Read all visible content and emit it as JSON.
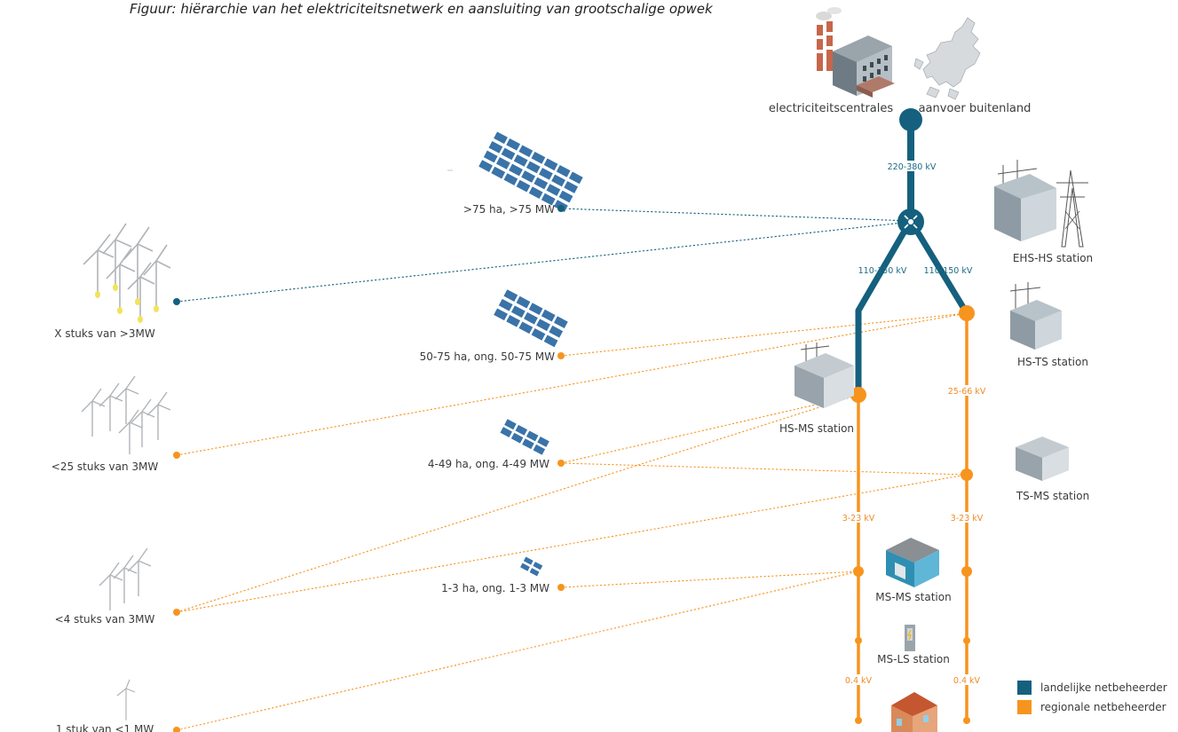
{
  "caption": "Figuur: hiërarchie van het elektriciteitsnetwerk en aansluiting van grootschalige opwek",
  "colors": {
    "national": "#15607e",
    "regional": "#f7941d"
  },
  "top_sources": {
    "power_plants": "electriciteitscentrales",
    "import": "aanvoer buitenland"
  },
  "voltages": {
    "ehs": "220-380 kV",
    "hs_left": "110-150 kV",
    "hs_right": "110-150 kV",
    "ts": "25-66 kV",
    "ms_left": "3-23 kV",
    "ms_right": "3-23 kV",
    "ls_left": "0.4 kV",
    "ls_right": "0.4 kV"
  },
  "stations": {
    "ehs_hs": "EHS-HS station",
    "hs_ts": "HS-TS station",
    "hs_ms": "HS-MS station",
    "ts_ms": "TS-MS station",
    "ms_ms": "MS-MS station",
    "ms_ls": "MS-LS station"
  },
  "solar": [
    {
      "label": ">75 ha, >75 MW",
      "level": "national"
    },
    {
      "label": "50-75 ha, ong. 50-75 MW",
      "level": "regional"
    },
    {
      "label": "4-49 ha, ong. 4-49 MW",
      "level": "regional"
    },
    {
      "label": "1-3 ha, ong. 1-3 MW",
      "level": "regional"
    }
  ],
  "wind": [
    {
      "label": "X stuks van >3MW",
      "level": "national"
    },
    {
      "label": "<25 stuks van 3MW",
      "level": "regional"
    },
    {
      "label": "<4 stuks van 3MW",
      "level": "regional"
    },
    {
      "label": "1 stuk van <1 MW",
      "level": "regional"
    }
  ],
  "legend": [
    {
      "label": "landelijke netbeheerder",
      "color": "#15607e"
    },
    {
      "label": "regionale netbeheerder",
      "color": "#f7941d"
    }
  ]
}
